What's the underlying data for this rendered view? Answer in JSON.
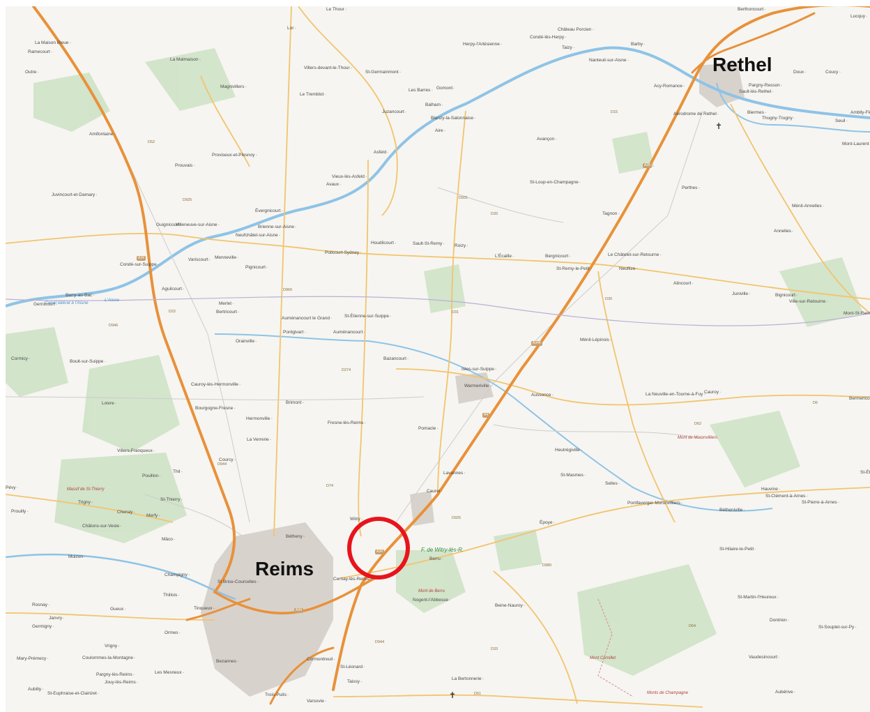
{
  "map": {
    "colors": {
      "background": "#f6f5f1",
      "motorway": "#e8913a",
      "road": "#f2c46e",
      "minor_road": "#d9d9d9",
      "water": "#8ec3e6",
      "forest": "#cfe3c6",
      "urban": "#d8d2cc",
      "highlight": "#e8141c"
    },
    "cities": {
      "reims": "Reims",
      "rethel": "Rethel"
    },
    "highlight": {
      "shape": "circle",
      "color": "#e8141c"
    },
    "forest_label": "F. de Witry-lès-R.",
    "towns": [
      "Le Thour",
      "Lor",
      "Berthoncourt",
      "Château Porcien",
      "Herpy-l'Arlésienne",
      "Condé-lès-Herpy",
      "Taizy",
      "Barby",
      "Nanteuil-sur-Aisne",
      "Doux",
      "Coucy",
      "La Maison Bleue",
      "Ramecourt",
      "La Malmaison",
      "Villers-devant-le-Thour",
      "St-Germainmont",
      "Les Barres",
      "Gomont",
      "Acy-Romance",
      "Pargny-Resson",
      "Sault-lès-Rethel",
      "Biermes",
      "Thugny-Trugny",
      "Seuil",
      "Amblly-Fleury",
      "Mont-Laurent",
      "Outre",
      "Magnivillers",
      "Le Tremblot",
      "Balham",
      "Blanzy-la-Salonnaise",
      "Juzancourt",
      "Aire",
      "Aérodrome de Rethel",
      "Avançon",
      "Asfeld",
      "Amifontaine",
      "Proviseux-et-Plesnoy",
      "Prouvais",
      "Vieux-lès-Asfeld",
      "Avaux",
      "St-Loup-en-Champagne",
      "Perthes",
      "Juvincourt-et-Damary",
      "Évergnicourt",
      "Ménil-Annelles",
      "Guignicourt",
      "Villeneuve-sur-Aisne",
      "Brienne-sur-Aisne",
      "Neufchâtel-sur-Aisne",
      "Tagnon",
      "Annelles",
      "Condé-sur-Suippe",
      "Variscourt",
      "Menneville",
      "Pignicourt",
      "Poilcourt-Sydney",
      "Houdilcourt",
      "Sault-St-Remy",
      "Roizy",
      "L'Écaille",
      "Bergnicourt",
      "St-Remy-le-Petit",
      "Le Châtelet-sur-Retourne",
      "Neuflize",
      "Alincourt",
      "Juniville",
      "Bignicourt",
      "Ville-sur-Retourne",
      "Mont-St-Remy",
      "Berry-au-Bac",
      "Gernicourt",
      "Aguilcourt",
      "Merlet",
      "Bertricourt",
      "Auménancourt le Grand",
      "Pontgivart",
      "St-Étienne-sur-Suippe",
      "Auménancourt",
      "Orainville",
      "Ménil-Lépinois",
      "Cormicy",
      "Boult-sur-Suippe",
      "Bazancourt",
      "Isles-sur-Suippe",
      "Warmeriville",
      "Aussonce",
      "La Neuville-en-Tourne-à-Fuy",
      "Cauroy",
      "Bermericourt",
      "Cauroy-lès-Hermonville",
      "Loivre",
      "Bourgogne-Fresne",
      "Brimont",
      "Hermonville",
      "Fresne-lès-Reims",
      "Pomacle",
      "La Verrerie",
      "Villers-Franqueux",
      "Heutrégiville",
      "Courcy",
      "Pouillon",
      "Thil",
      "Lavannes",
      "St-Masmes",
      "Selles",
      "Hauvine",
      "St-Clément-à-Arnes",
      "St-Pierre-à-Arnes",
      "St-Étienne",
      "Pévy",
      "Trigny",
      "St-Thierry",
      "Chenay",
      "Merfy",
      "Caurel",
      "Pontfaverger-Moronvilliers",
      "Bétheniville",
      "Prouilly",
      "Châlons-sur-Vesle",
      "Witry",
      "Époye",
      "Bétheny",
      "Mâco",
      "Muizon",
      "St-Hilaire-le-Petit",
      "Champigny",
      "St Brice-Courcelles",
      "Cernay-lès-Reims",
      "Berru",
      "Thillois",
      "Nogent-l'Abbesse",
      "St-Martin-l'Heureux",
      "Rosnay",
      "Gueux",
      "Tinqueux",
      "Beine-Nauroy",
      "Dontrien",
      "Janvry",
      "Germigny",
      "Ormes",
      "St-Souplet-sur-Py",
      "Vrigny",
      "Bezannes",
      "Cormontreuil",
      "Vaudesincourt",
      "Coulommes-la-Montagne",
      "St-Léonard",
      "Mary-Prémecy",
      "Pargny-lès-Reims",
      "Les Mesneux",
      "Jouy-lès-Reims",
      "Taissy",
      "La Bertonnerie",
      "Aubilly",
      "St-Euphraise-et-Clairizet",
      "Trois-Puits",
      "Varsovie",
      "Aubérive",
      "Lucquy"
    ],
    "route_numbers": [
      "D52",
      "D925",
      "D22",
      "D966",
      "D74",
      "D274",
      "D31",
      "D931",
      "D20",
      "D30",
      "D925",
      "D15",
      "D946",
      "D62",
      "D6",
      "D980",
      "D944",
      "D64",
      "D33",
      "D51",
      "D944"
    ],
    "motorway_shields": [
      "A26",
      "A34",
      "A344",
      "A4",
      "A34",
      "A34"
    ],
    "relief_labels": [
      "Massif de St-Thierry",
      "Mont de Berru",
      "Mont de Moronvilliers",
      "Mont Cornillet",
      "Monts de Champagne"
    ],
    "water_labels": [
      "Canal latéral à l'Aisne",
      "L'Aisne"
    ]
  }
}
